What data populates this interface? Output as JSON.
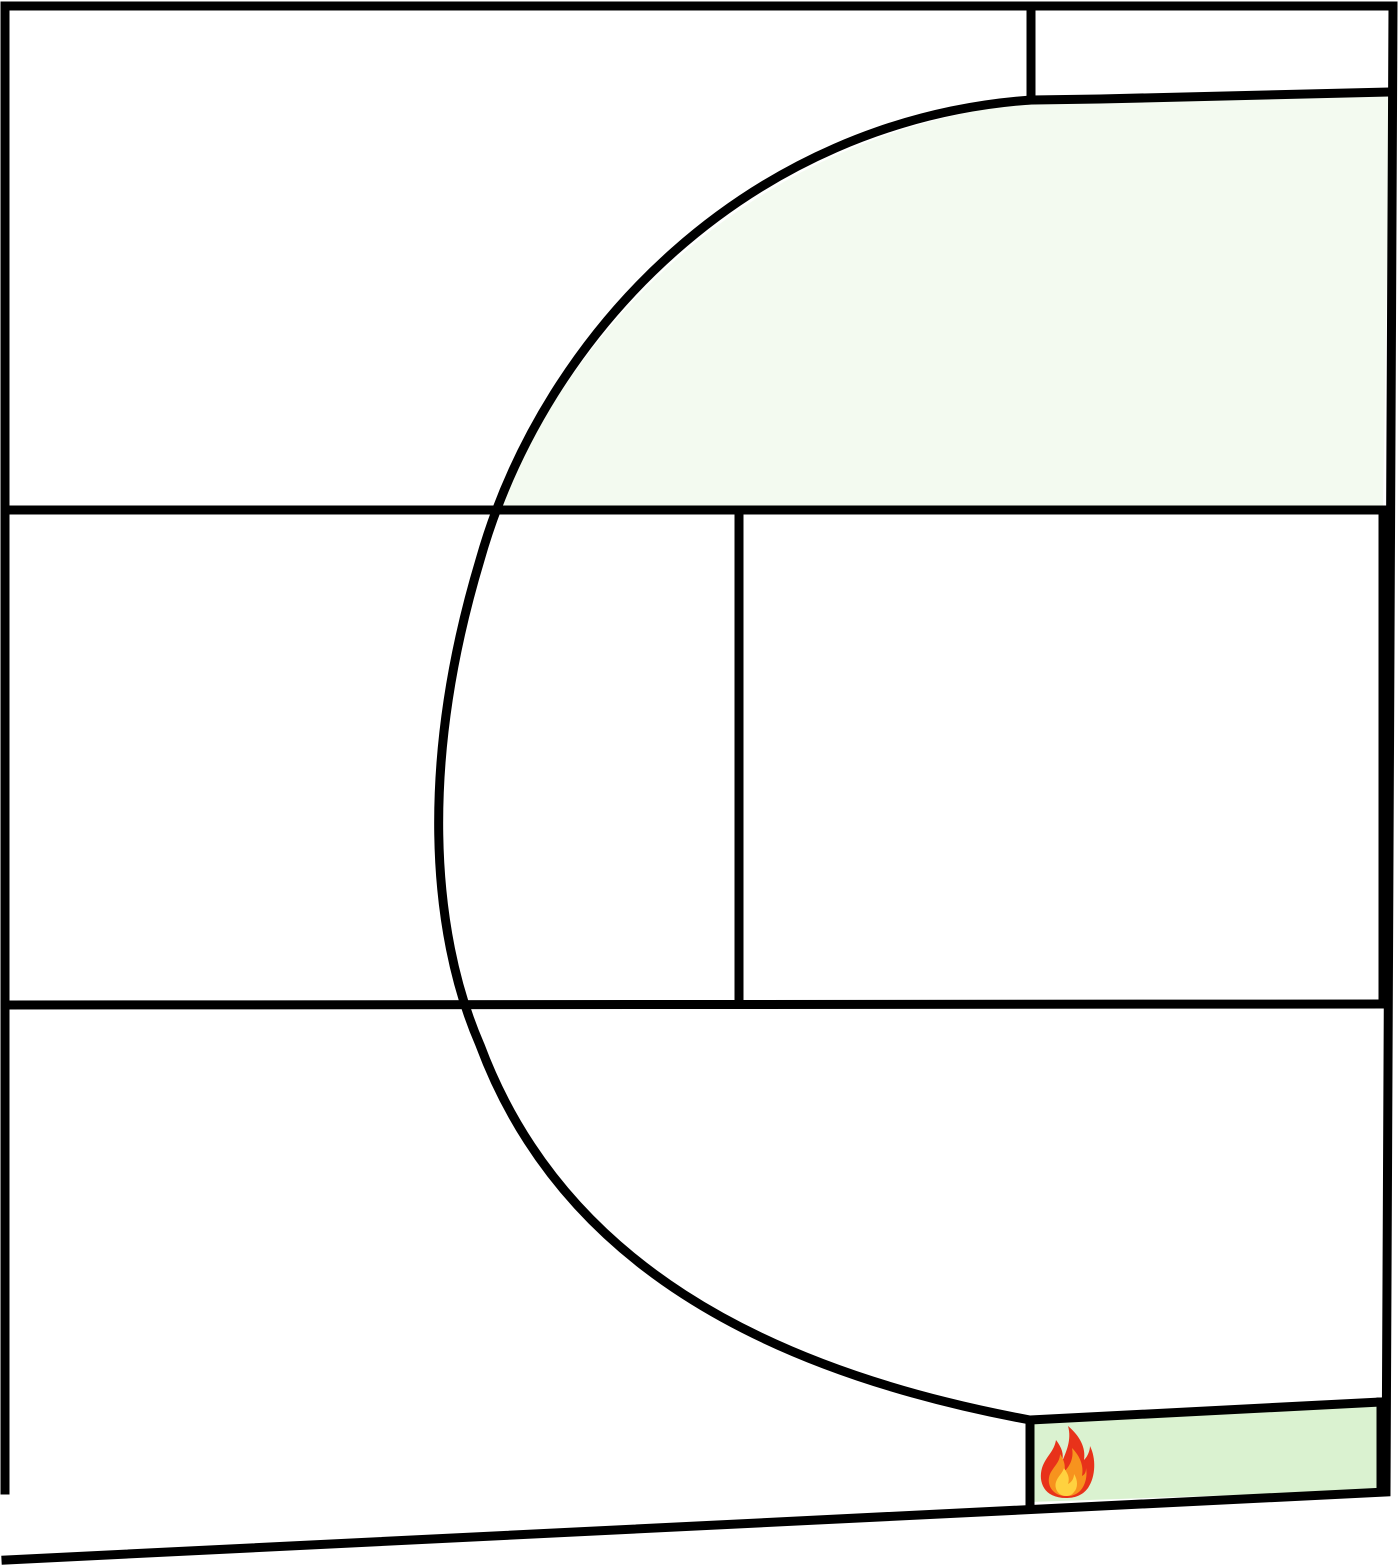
{
  "colors": {
    "background": "#ffffff",
    "wall": "#000000",
    "region_light_green": "#f3faf0",
    "region_green": "#daf2d0",
    "flame_outer": "#e8321a",
    "flame_mid": "#f7931e",
    "flame_inner": "#ffd23f"
  },
  "regions": [
    {
      "id": "upper-right-shaded-region",
      "fill": "region_light_green"
    },
    {
      "id": "fire-cell",
      "fill": "region_green"
    }
  ],
  "icons": [
    {
      "id": "fire-icon",
      "semantic": "flame"
    }
  ]
}
